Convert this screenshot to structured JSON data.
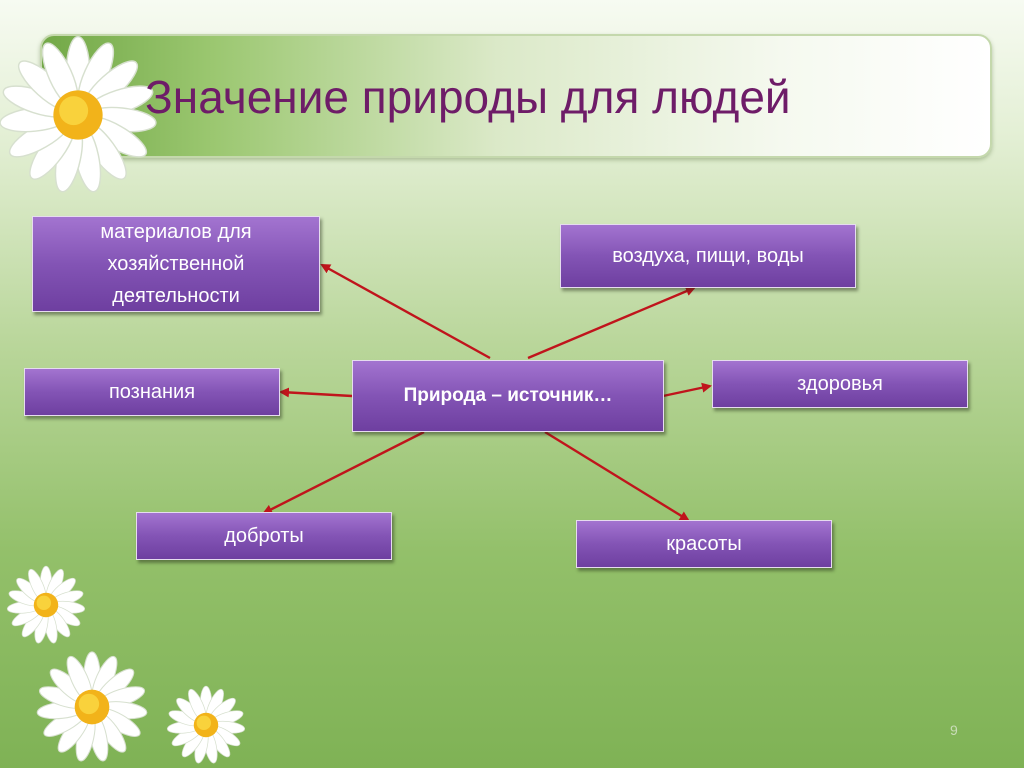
{
  "slide": {
    "title": "Значение природы для людей",
    "page_number": "9"
  },
  "diagram": {
    "center": "Природа – источник…",
    "nodes": [
      "материалов для хозяйственной деятельности",
      "воздуха, пищи, воды",
      "познания",
      "здоровья",
      "доброты",
      "красоты"
    ]
  },
  "colors": {
    "title": "#6e1c68",
    "box": "#8354b5",
    "arrow": "#c0141c"
  },
  "icons": [
    "daisy-icon"
  ]
}
